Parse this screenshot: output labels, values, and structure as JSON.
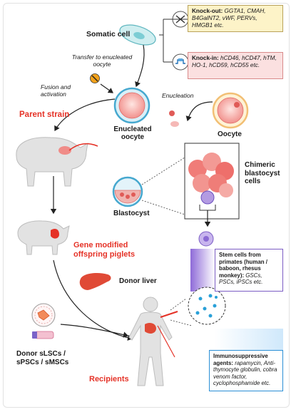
{
  "labels": {
    "somatic_cell": "Somatic cell",
    "transfer": "Transfer to enucleated oocyte",
    "fusion": "Fusion and activation",
    "enucleation": "Enucleation",
    "parent_strain": "Parent strain",
    "enucleated_oocyte": "Enucleated oocyte",
    "oocyte": "Oocyte",
    "chimeric": "Chimeric blastocyst cells",
    "blastocyst": "Blastocyst",
    "gene_modified": "Gene modified offspring piglets",
    "donor_liver": "Donor liver",
    "donor_cells": "Donor sLSCs / sPSCs / sMSCs",
    "recipients": "Recipients"
  },
  "boxes": {
    "knockout_title": "Knock-out:",
    "knockout_text": "GGTA1, CMAH, B4GalNT2, vWF, PERVs, HMGB1 etc.",
    "knockin_title": "Knock-in:",
    "knockin_text": "hCD46, hCD47, hTM, HO-1, hCD59, hCD55 etc.",
    "stem_title": "Stem cells from primates (human / baboon, rhesus monkey):",
    "stem_text": "GSCs, PSCs, iPSCs etc.",
    "immuno_title": "Immunosuppressive agents:",
    "immuno_text": "rapamycin, Anti-thymocyte globulin, cobra venom factor, cyclophosphamide etc."
  },
  "colors": {
    "accent_red": "#e53227",
    "knockout_bg": "#fdf3c8",
    "knockin_bg": "#fbe0e0",
    "stem_border": "#7b5cc4",
    "immuno_border": "#2a8fd6"
  },
  "icons": [
    "scissors-icon",
    "dna-insert-icon",
    "pig-icon",
    "human-icon",
    "liver-icon",
    "petri-dish-icon",
    "tube-icon"
  ]
}
